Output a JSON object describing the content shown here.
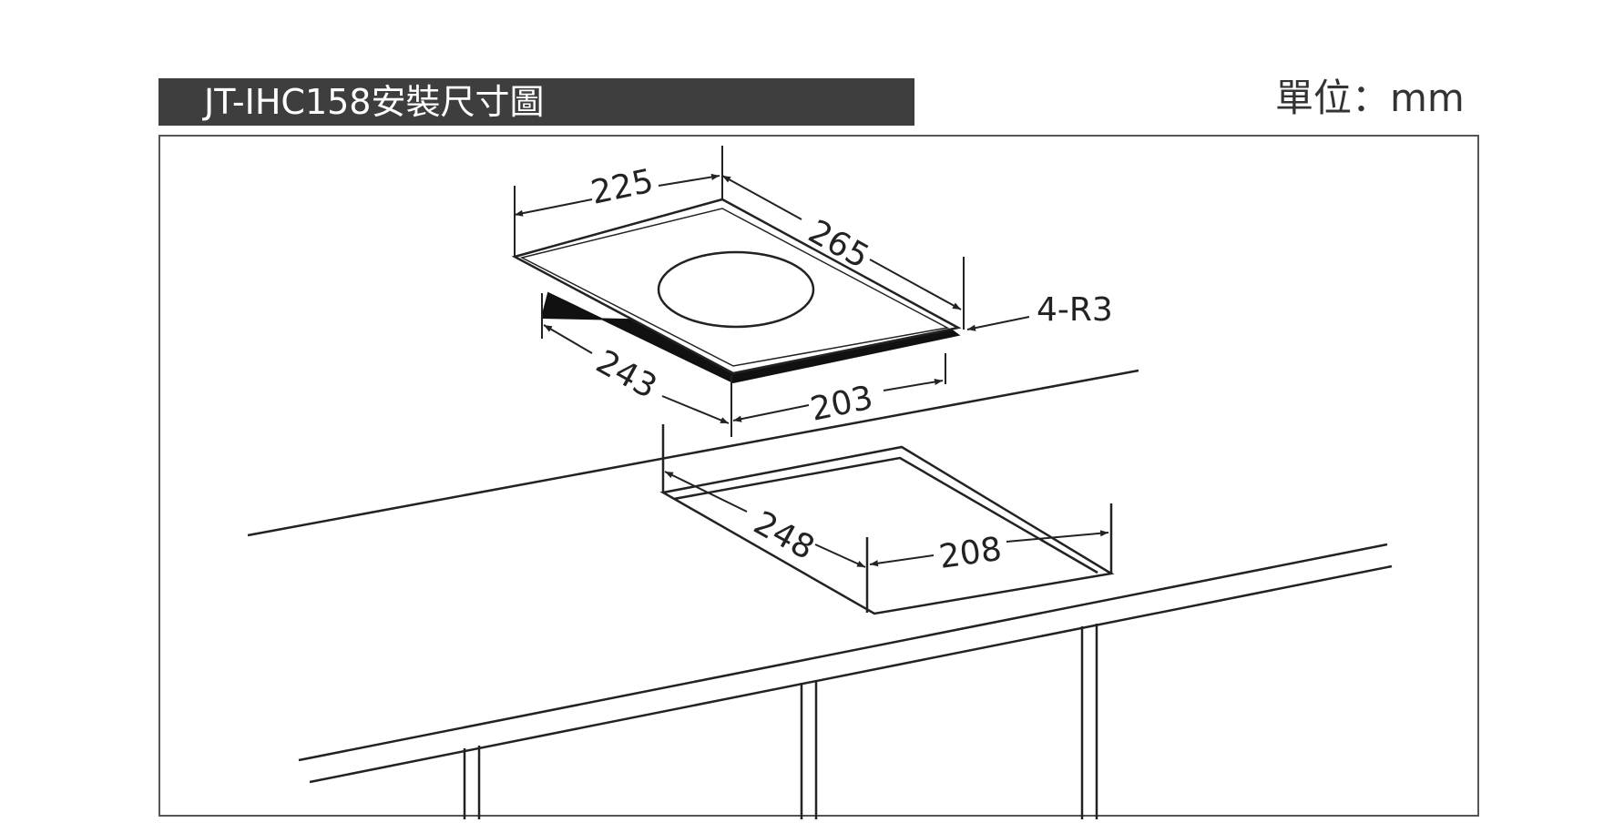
{
  "header": {
    "title": "JT-IHC158安裝尺寸圖",
    "unit": "單位：mm"
  },
  "dimensions": {
    "cooktop_width_top": "225",
    "cooktop_depth_top": "265",
    "corner_radius": "4-R3",
    "cooktop_depth_bottom": "243",
    "cooktop_width_bottom": "203",
    "cutout_depth": "248",
    "cutout_width": "208"
  },
  "colors": {
    "title_bar": "#3e3e3e",
    "line": "#222222"
  }
}
